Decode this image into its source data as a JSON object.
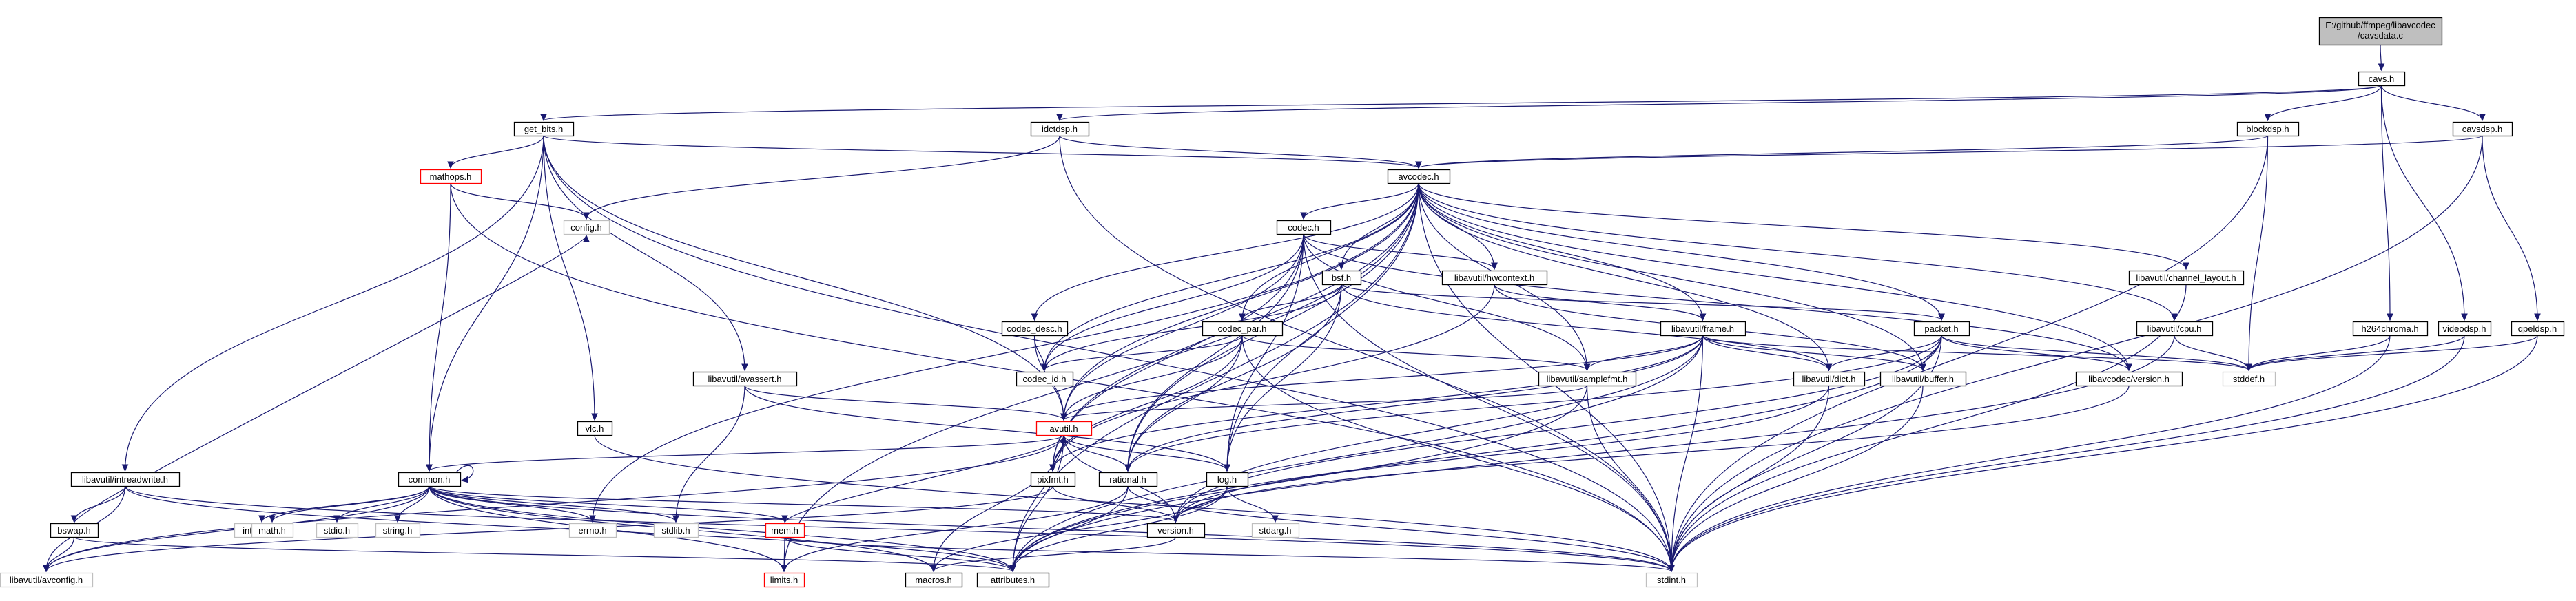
{
  "diagram": {
    "type": "include-dependency-graph",
    "nodes": [
      {
        "id": "root",
        "label": "E:/github/ffmpeg/libavcodec/cavsdata.c",
        "kind": "root"
      },
      {
        "id": "cavs",
        "label": "cavs.h",
        "kind": "normal"
      },
      {
        "id": "get_bits",
        "label": "get_bits.h",
        "kind": "normal"
      },
      {
        "id": "idctdsp",
        "label": "idctdsp.h",
        "kind": "normal"
      },
      {
        "id": "blockdsp",
        "label": "blockdsp.h",
        "kind": "normal"
      },
      {
        "id": "cavsdsp",
        "label": "cavsdsp.h",
        "kind": "normal"
      },
      {
        "id": "mathops",
        "label": "mathops.h",
        "kind": "truncated"
      },
      {
        "id": "avcodec",
        "label": "avcodec.h",
        "kind": "normal"
      },
      {
        "id": "config",
        "label": "config.h",
        "kind": "missing"
      },
      {
        "id": "codec",
        "label": "codec.h",
        "kind": "normal"
      },
      {
        "id": "bsf",
        "label": "bsf.h",
        "kind": "normal"
      },
      {
        "id": "hwcontext",
        "label": "libavutil/hwcontext.h",
        "kind": "normal"
      },
      {
        "id": "channel_layout",
        "label": "libavutil/channel_layout.h",
        "kind": "normal"
      },
      {
        "id": "frame",
        "label": "libavutil/frame.h",
        "kind": "normal"
      },
      {
        "id": "packet",
        "label": "packet.h",
        "kind": "normal"
      },
      {
        "id": "cpu",
        "label": "libavutil/cpu.h",
        "kind": "normal"
      },
      {
        "id": "h264chroma",
        "label": "h264chroma.h",
        "kind": "normal"
      },
      {
        "id": "videodsp",
        "label": "videodsp.h",
        "kind": "normal"
      },
      {
        "id": "qpeldsp",
        "label": "qpeldsp.h",
        "kind": "normal"
      },
      {
        "id": "codec_desc",
        "label": "codec_desc.h",
        "kind": "normal"
      },
      {
        "id": "codec_par",
        "label": "codec_par.h",
        "kind": "normal"
      },
      {
        "id": "avassert",
        "label": "libavutil/avassert.h",
        "kind": "normal"
      },
      {
        "id": "codec_id",
        "label": "codec_id.h",
        "kind": "normal"
      },
      {
        "id": "samplefmt",
        "label": "libavutil/samplefmt.h",
        "kind": "normal"
      },
      {
        "id": "dict",
        "label": "libavutil/dict.h",
        "kind": "normal"
      },
      {
        "id": "buffer",
        "label": "libavutil/buffer.h",
        "kind": "normal"
      },
      {
        "id": "avc_version",
        "label": "libavcodec/version.h",
        "kind": "normal"
      },
      {
        "id": "stddef",
        "label": "stddef.h",
        "kind": "missing"
      },
      {
        "id": "vlc",
        "label": "vlc.h",
        "kind": "normal"
      },
      {
        "id": "avutil",
        "label": "avutil.h",
        "kind": "truncated"
      },
      {
        "id": "intreadwrite",
        "label": "libavutil/intreadwrite.h",
        "kind": "normal"
      },
      {
        "id": "common",
        "label": "common.h",
        "kind": "normal"
      },
      {
        "id": "pixfmt",
        "label": "pixfmt.h",
        "kind": "normal"
      },
      {
        "id": "rational",
        "label": "rational.h",
        "kind": "normal"
      },
      {
        "id": "log",
        "label": "log.h",
        "kind": "normal"
      },
      {
        "id": "inttypes",
        "label": "inttypes.h",
        "kind": "missing"
      },
      {
        "id": "math",
        "label": "math.h",
        "kind": "missing"
      },
      {
        "id": "stdio",
        "label": "stdio.h",
        "kind": "missing"
      },
      {
        "id": "string",
        "label": "string.h",
        "kind": "missing"
      },
      {
        "id": "errno",
        "label": "errno.h",
        "kind": "missing"
      },
      {
        "id": "stdlib",
        "label": "stdlib.h",
        "kind": "missing"
      },
      {
        "id": "mem",
        "label": "mem.h",
        "kind": "truncated"
      },
      {
        "id": "version",
        "label": "version.h",
        "kind": "normal"
      },
      {
        "id": "stdarg",
        "label": "stdarg.h",
        "kind": "missing"
      },
      {
        "id": "bswap",
        "label": "bswap.h",
        "kind": "normal"
      },
      {
        "id": "avconfig",
        "label": "libavutil/avconfig.h",
        "kind": "missing"
      },
      {
        "id": "limits",
        "label": "limits.h",
        "kind": "truncated"
      },
      {
        "id": "macros",
        "label": "macros.h",
        "kind": "normal"
      },
      {
        "id": "attributes",
        "label": "attributes.h",
        "kind": "normal"
      },
      {
        "id": "stdint",
        "label": "stdint.h",
        "kind": "missing"
      }
    ],
    "edges": [
      [
        "root",
        "cavs"
      ],
      [
        "cavs",
        "get_bits"
      ],
      [
        "cavs",
        "idctdsp"
      ],
      [
        "cavs",
        "blockdsp"
      ],
      [
        "cavs",
        "cavsdsp"
      ],
      [
        "cavs",
        "h264chroma"
      ],
      [
        "cavs",
        "videodsp"
      ],
      [
        "get_bits",
        "mathops"
      ],
      [
        "get_bits",
        "avcodec"
      ],
      [
        "get_bits",
        "common"
      ],
      [
        "get_bits",
        "vlc"
      ],
      [
        "get_bits",
        "avassert"
      ],
      [
        "get_bits",
        "intreadwrite"
      ],
      [
        "get_bits",
        "stdint"
      ],
      [
        "get_bits",
        "avutil"
      ],
      [
        "idctdsp",
        "config"
      ],
      [
        "idctdsp",
        "avcodec"
      ],
      [
        "idctdsp",
        "stdint"
      ],
      [
        "blockdsp",
        "avcodec"
      ],
      [
        "blockdsp",
        "stddef"
      ],
      [
        "blockdsp",
        "stdint"
      ],
      [
        "cavsdsp",
        "avcodec"
      ],
      [
        "cavsdsp",
        "qpeldsp"
      ],
      [
        "cavsdsp",
        "stdint"
      ],
      [
        "mathops",
        "config"
      ],
      [
        "mathops",
        "common"
      ],
      [
        "mathops",
        "stdint"
      ],
      [
        "avcodec",
        "codec"
      ],
      [
        "avcodec",
        "bsf"
      ],
      [
        "avcodec",
        "hwcontext"
      ],
      [
        "avcodec",
        "channel_layout"
      ],
      [
        "avcodec",
        "frame"
      ],
      [
        "avcodec",
        "packet"
      ],
      [
        "avcodec",
        "cpu"
      ],
      [
        "avcodec",
        "codec_desc"
      ],
      [
        "avcodec",
        "codec_par"
      ],
      [
        "avcodec",
        "codec_id"
      ],
      [
        "avcodec",
        "samplefmt"
      ],
      [
        "avcodec",
        "dict"
      ],
      [
        "avcodec",
        "buffer"
      ],
      [
        "avcodec",
        "avc_version"
      ],
      [
        "avcodec",
        "avutil"
      ],
      [
        "avcodec",
        "pixfmt"
      ],
      [
        "avcodec",
        "rational"
      ],
      [
        "avcodec",
        "log"
      ],
      [
        "avcodec",
        "errno"
      ],
      [
        "avcodec",
        "limits"
      ],
      [
        "avcodec",
        "attributes"
      ],
      [
        "avcodec",
        "stdint"
      ],
      [
        "codec",
        "hwcontext"
      ],
      [
        "codec",
        "codec_id"
      ],
      [
        "codec",
        "samplefmt"
      ],
      [
        "codec",
        "avc_version"
      ],
      [
        "codec",
        "avutil"
      ],
      [
        "codec",
        "pixfmt"
      ],
      [
        "codec",
        "rational"
      ],
      [
        "codec",
        "log"
      ],
      [
        "codec",
        "stdint"
      ],
      [
        "bsf",
        "codec_par"
      ],
      [
        "bsf",
        "packet"
      ],
      [
        "bsf",
        "codec_id"
      ],
      [
        "bsf",
        "dict"
      ],
      [
        "bsf",
        "log"
      ],
      [
        "bsf",
        "rational"
      ],
      [
        "hwcontext",
        "frame"
      ],
      [
        "hwcontext",
        "buffer"
      ],
      [
        "hwcontext",
        "pixfmt"
      ],
      [
        "channel_layout",
        "stdint"
      ],
      [
        "frame",
        "samplefmt"
      ],
      [
        "frame",
        "dict"
      ],
      [
        "frame",
        "buffer"
      ],
      [
        "frame",
        "avutil"
      ],
      [
        "frame",
        "pixfmt"
      ],
      [
        "frame",
        "rational"
      ],
      [
        "frame",
        "version"
      ],
      [
        "frame",
        "attributes"
      ],
      [
        "frame",
        "stdint"
      ],
      [
        "frame",
        "stddef"
      ],
      [
        "packet",
        "avc_version"
      ],
      [
        "packet",
        "dict"
      ],
      [
        "packet",
        "buffer"
      ],
      [
        "packet",
        "attributes"
      ],
      [
        "packet",
        "rational"
      ],
      [
        "packet",
        "version"
      ],
      [
        "packet",
        "stdint"
      ],
      [
        "packet",
        "stddef"
      ],
      [
        "cpu",
        "stddef"
      ],
      [
        "cpu",
        "attributes"
      ],
      [
        "h264chroma",
        "stddef"
      ],
      [
        "h264chroma",
        "stdint"
      ],
      [
        "videodsp",
        "stddef"
      ],
      [
        "videodsp",
        "stdint"
      ],
      [
        "qpeldsp",
        "stddef"
      ],
      [
        "qpeldsp",
        "stdint"
      ],
      [
        "codec_desc",
        "codec_id"
      ],
      [
        "codec_desc",
        "avutil"
      ],
      [
        "codec_par",
        "codec_id"
      ],
      [
        "codec_par",
        "avutil"
      ],
      [
        "codec_par",
        "pixfmt"
      ],
      [
        "codec_par",
        "rational"
      ],
      [
        "codec_par",
        "samplefmt"
      ],
      [
        "codec_par",
        "stdint"
      ],
      [
        "avassert",
        "avutil"
      ],
      [
        "avassert",
        "log"
      ],
      [
        "avassert",
        "stdlib"
      ],
      [
        "samplefmt",
        "avutil"
      ],
      [
        "samplefmt",
        "attributes"
      ],
      [
        "samplefmt",
        "stdint"
      ],
      [
        "dict",
        "version"
      ],
      [
        "dict",
        "stdint"
      ],
      [
        "buffer",
        "stdint"
      ],
      [
        "avc_version",
        "version"
      ],
      [
        "vlc",
        "stdint"
      ],
      [
        "avutil",
        "common"
      ],
      [
        "avutil",
        "pixfmt"
      ],
      [
        "avutil",
        "rational"
      ],
      [
        "avutil",
        "log"
      ],
      [
        "avutil",
        "version"
      ],
      [
        "avutil",
        "macros"
      ],
      [
        "avutil",
        "attributes"
      ],
      [
        "avutil",
        "avconfig"
      ],
      [
        "intreadwrite",
        "avconfig"
      ],
      [
        "intreadwrite",
        "bswap"
      ],
      [
        "intreadwrite",
        "attributes"
      ],
      [
        "intreadwrite",
        "stdint"
      ],
      [
        "common",
        "common"
      ],
      [
        "common",
        "inttypes"
      ],
      [
        "common",
        "math"
      ],
      [
        "common",
        "stdio"
      ],
      [
        "common",
        "string"
      ],
      [
        "common",
        "errno"
      ],
      [
        "common",
        "stdlib"
      ],
      [
        "common",
        "mem"
      ],
      [
        "common",
        "limits"
      ],
      [
        "common",
        "macros"
      ],
      [
        "common",
        "attributes"
      ],
      [
        "common",
        "version"
      ],
      [
        "common",
        "avconfig"
      ],
      [
        "common",
        "stdint"
      ],
      [
        "pixfmt",
        "version"
      ],
      [
        "pixfmt",
        "avconfig"
      ],
      [
        "rational",
        "attributes"
      ],
      [
        "rational",
        "limits"
      ],
      [
        "rational",
        "stdint"
      ],
      [
        "log",
        "version"
      ],
      [
        "log",
        "stdarg"
      ],
      [
        "log",
        "attributes"
      ],
      [
        "log",
        "macros"
      ],
      [
        "mem",
        "limits"
      ],
      [
        "mem",
        "attributes"
      ],
      [
        "mem",
        "stdint"
      ],
      [
        "mem",
        "avutil"
      ],
      [
        "version",
        "macros"
      ],
      [
        "bswap",
        "avconfig"
      ],
      [
        "bswap",
        "attributes"
      ],
      [
        "bswap",
        "config"
      ]
    ]
  },
  "colors": {
    "edge": "#191970",
    "root_fill": "#bfbfbf",
    "box_border": "#000000",
    "missing_border": "#bfbfbf",
    "truncated_border": "#ff0000"
  }
}
